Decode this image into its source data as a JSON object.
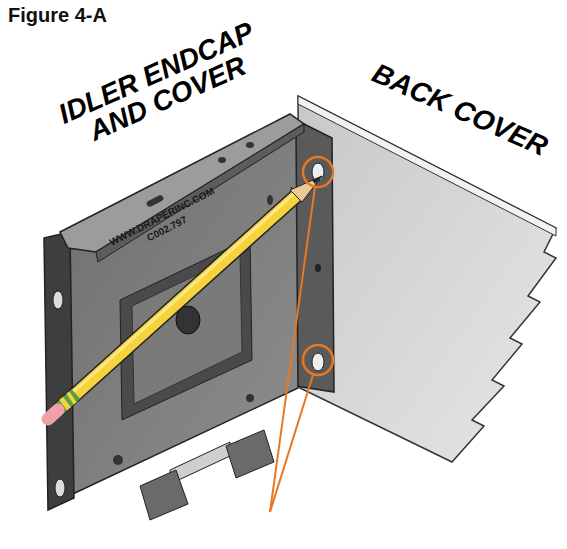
{
  "diagram": {
    "title": "Figure 4-A",
    "labels": [
      "IDLER ENDCAP AND COVER",
      "BACK COVER",
      "WWW.DRAPERINC.COM",
      "C002.797"
    ]
  }
}
